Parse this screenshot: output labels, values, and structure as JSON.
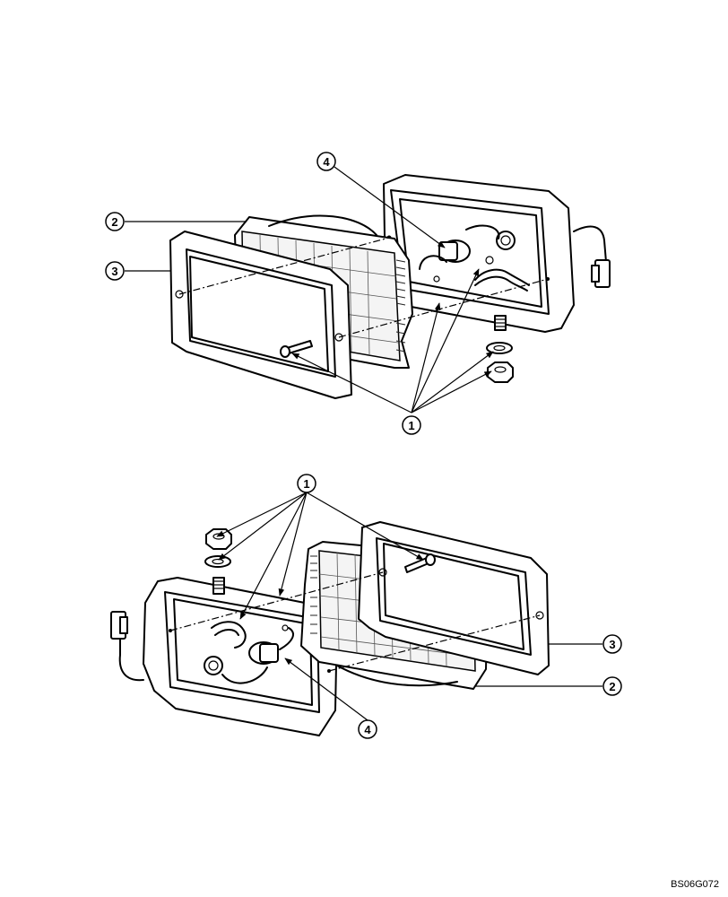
{
  "callouts": {
    "part1": "1",
    "part2": "2",
    "part3": "3",
    "part4": "4"
  },
  "drawing_code": "BS06G072"
}
